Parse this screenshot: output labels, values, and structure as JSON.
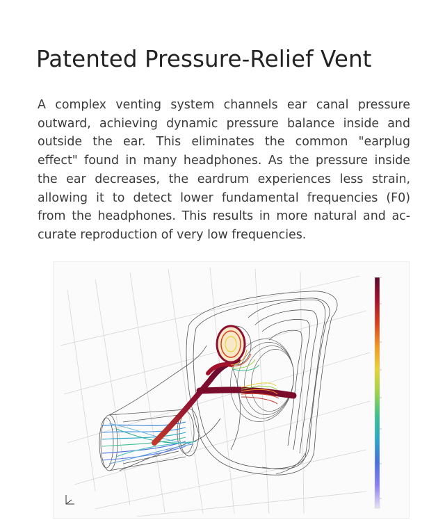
{
  "article": {
    "title": "Patented Pressure-Relief Vent",
    "body_lines": [
      "A complex venting system channels ear canal pressure",
      "outward, achieving dynamic pressure balance inside and",
      "outside the ear. This eliminates the common \"earplug",
      "effect\" found in many headphones. As the pressure inside",
      "the ear decreases, the eardrum experiences less strain,",
      "allowing it to detect lower fundamental frequencies (F0)",
      "from the headphones. This results in more natural and ac-",
      "curate reproduction of very low frequencies."
    ]
  },
  "figure": {
    "colorbar_colors": [
      "#5b0a2e",
      "#a3122b",
      "#d8411f",
      "#f09a22",
      "#e8d23a",
      "#9bd24a",
      "#3cbf8f",
      "#2aa8c8",
      "#4a6fd8",
      "#8a7ff0",
      "#e8e4f6"
    ]
  }
}
